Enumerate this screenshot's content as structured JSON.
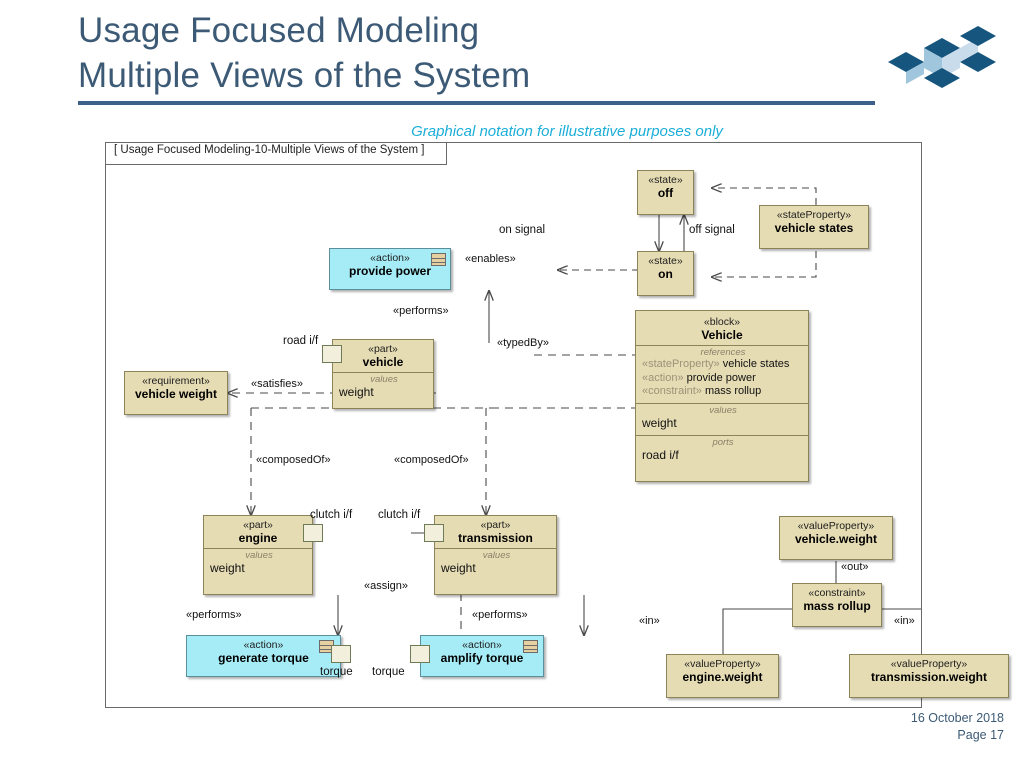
{
  "header": {
    "title_line1": "Usage Focused Modeling",
    "title_line2": "Multiple Views of the System",
    "subtitle": "Graphical notation for illustrative purposes only",
    "rule_color": "#3c6089",
    "title_color": "#3c5a75",
    "subtitle_color": "#1aaed8"
  },
  "footer": {
    "date": "16 October 2018",
    "page": "Page 17"
  },
  "diagram": {
    "frame_label": "[ Usage Focused Modeling-10-Multiple Views of the System ]",
    "colors": {
      "tan": "#e6dcb4",
      "tan_border": "#8d8359",
      "cyan": "#a6ecf6",
      "cyan_border": "#5b8f9b",
      "line": "#4a4a4a"
    },
    "nodes": {
      "state_off": {
        "stereotype": "«state»",
        "name": "off"
      },
      "state_on": {
        "stereotype": "«state»",
        "name": "on"
      },
      "state_property": {
        "stereotype": "«stateProperty»",
        "name": "vehicle states"
      },
      "action_provide_power": {
        "stereotype": "«action»",
        "name": "provide power"
      },
      "part_vehicle": {
        "stereotype": "«part»",
        "name": "vehicle",
        "values_title": "values",
        "values": "weight",
        "port_label": "road i/f"
      },
      "requirement": {
        "stereotype": "«requirement»",
        "name": "vehicle weight"
      },
      "block_vehicle": {
        "stereotype": "«block»",
        "name": "Vehicle",
        "references_title": "references",
        "references": [
          {
            "stereotype": "«stateProperty»",
            "text": "vehicle states"
          },
          {
            "stereotype": "«action»",
            "text": "provide power"
          },
          {
            "stereotype": "«constraint»",
            "text": "mass rollup"
          }
        ],
        "values_title": "values",
        "values": "weight",
        "ports_title": "ports",
        "ports": "road i/f"
      },
      "part_engine": {
        "stereotype": "«part»",
        "name": "engine",
        "values_title": "values",
        "values": "weight"
      },
      "part_transmission": {
        "stereotype": "«part»",
        "name": "transmission",
        "values_title": "values",
        "values": "weight"
      },
      "action_generate_torque": {
        "stereotype": "«action»",
        "name": "generate torque"
      },
      "action_amplify_torque": {
        "stereotype": "«action»",
        "name": "amplify torque"
      },
      "vp_vehicle_weight": {
        "stereotype": "«valueProperty»",
        "name": "vehicle.weight"
      },
      "vp_engine_weight": {
        "stereotype": "«valueProperty»",
        "name": "engine.weight"
      },
      "vp_transmission_weight": {
        "stereotype": "«valueProperty»",
        "name": "transmission.weight"
      },
      "constraint_mass_rollup": {
        "stereotype": "«constraint»",
        "name": "mass rollup"
      }
    },
    "edge_labels": {
      "on_signal": "on signal",
      "off_signal": "off signal",
      "enables": "«enables»",
      "performs_top": "«performs»",
      "typed_by": "«typedBy»",
      "satisfies": "«satisfies»",
      "composed_of_left": "«composedOf»",
      "composed_of_right": "«composedOf»",
      "road_if": "road i/f",
      "clutch_if_left": "clutch i/f",
      "clutch_if_right": "clutch i/f",
      "assign": "«assign»",
      "performs_left": "«performs»",
      "performs_right": "«performs»",
      "torque_left": "torque",
      "torque_right": "torque",
      "out": "«out»",
      "in_left": "«in»",
      "in_right": "«in»"
    }
  }
}
